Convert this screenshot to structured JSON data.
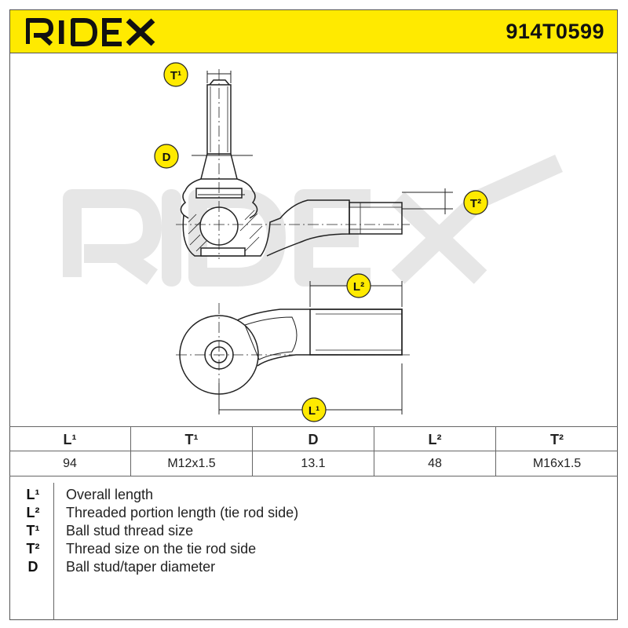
{
  "header": {
    "brand": "RIDEX",
    "part_number": "914T0599",
    "accent_color": "#FFEA00"
  },
  "drawing": {
    "watermark": "RIDEX",
    "callouts": {
      "T1": "T¹",
      "D": "D",
      "T2": "T²",
      "L2": "L²",
      "L1": "L¹"
    }
  },
  "table": {
    "headers": [
      "L¹",
      "T¹",
      "D",
      "L²",
      "T²"
    ],
    "values": [
      "94",
      "M12x1.5",
      "13.1",
      "48",
      "M16x1.5"
    ]
  },
  "legend": [
    {
      "symbol": "L¹",
      "text": "Overall length"
    },
    {
      "symbol": "L²",
      "text": "Threaded portion length (tie rod side)"
    },
    {
      "symbol": "T¹",
      "text": "Ball stud thread size"
    },
    {
      "symbol": "T²",
      "text": "Thread size on the tie rod side"
    },
    {
      "symbol": "D",
      "text": "Ball stud/taper diameter"
    }
  ]
}
